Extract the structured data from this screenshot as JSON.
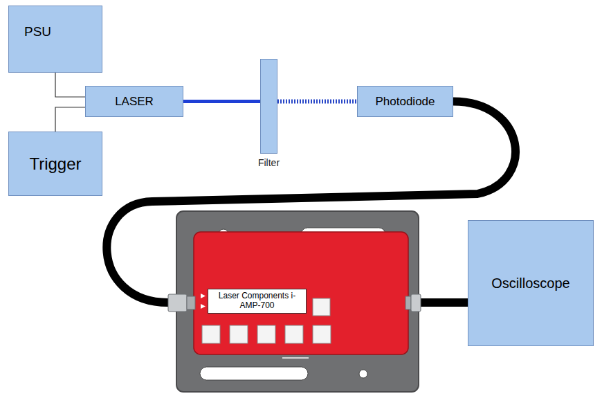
{
  "diagram": {
    "nodes": [
      {
        "text": [
          "PSU"
        ]
      },
      {
        "text": [
          "LASER"
        ]
      },
      {
        "text": [
          "Trigger"
        ]
      },
      {
        "text": [
          "Filter"
        ]
      },
      {
        "text": [
          "Photodiode"
        ]
      },
      {
        "text": [
          "Laser Components i-AMP-700"
        ]
      },
      {
        "text": [
          "Oscilloscope"
        ]
      }
    ],
    "edges": [
      {
        "from": 0,
        "to": 1,
        "arrow": "none"
      },
      {
        "from": 2,
        "to": 1,
        "arrow": "none"
      },
      {
        "from": 1,
        "to": 3,
        "arrow": "none"
      },
      {
        "from": 3,
        "to": 4,
        "arrow": "none"
      },
      {
        "from": 4,
        "to": 5,
        "arrow": "none"
      },
      {
        "from": 5,
        "to": 6,
        "arrow": "none"
      }
    ]
  }
}
